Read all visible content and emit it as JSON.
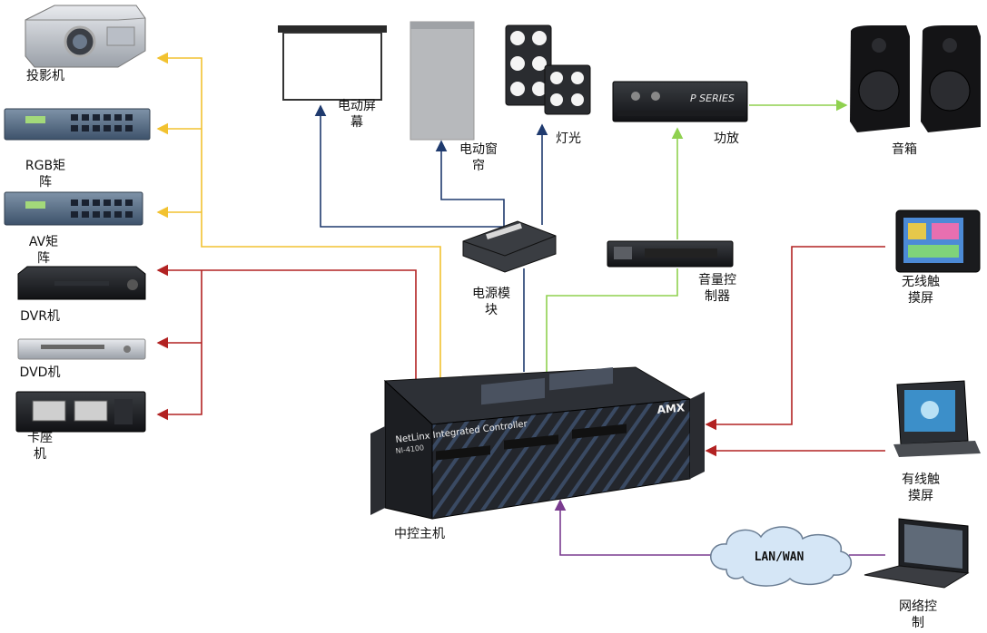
{
  "labels": {
    "projector": [
      "投影机"
    ],
    "rgb_matrix": [
      "RGB矩",
      "阵"
    ],
    "av_matrix": [
      "AV矩",
      "阵"
    ],
    "dvr": [
      "DVR机"
    ],
    "dvd": [
      "DVD机"
    ],
    "cassette": [
      "卡座",
      "机"
    ],
    "screen": [
      "电动屏",
      "幕"
    ],
    "curtain": [
      "电动窗",
      "帘"
    ],
    "lights": [
      "灯光"
    ],
    "amplifier": [
      "功放"
    ],
    "speakers": [
      "音箱"
    ],
    "power_module": [
      "电源模",
      "块"
    ],
    "volume_controller": [
      "音量控",
      "制器"
    ],
    "wireless_touch": [
      "无线触",
      "摸屏"
    ],
    "wired_touch": [
      "有线触",
      "摸屏"
    ],
    "main_controller": [
      "中控主机"
    ],
    "network_control": [
      "网络控",
      "制"
    ],
    "cloud": [
      "LAN/WAN"
    ]
  },
  "device_text": {
    "controller_title": "NetLinx Integrated Controller",
    "controller_model": "NI-4100",
    "controller_brand": "AMX",
    "amp_brand": "P SERIES"
  },
  "colors": {
    "yellow": "#f2c230",
    "red": "#b22222",
    "navy": "#1f3a6e",
    "green": "#8fd14f",
    "purple": "#7a3b8f"
  }
}
